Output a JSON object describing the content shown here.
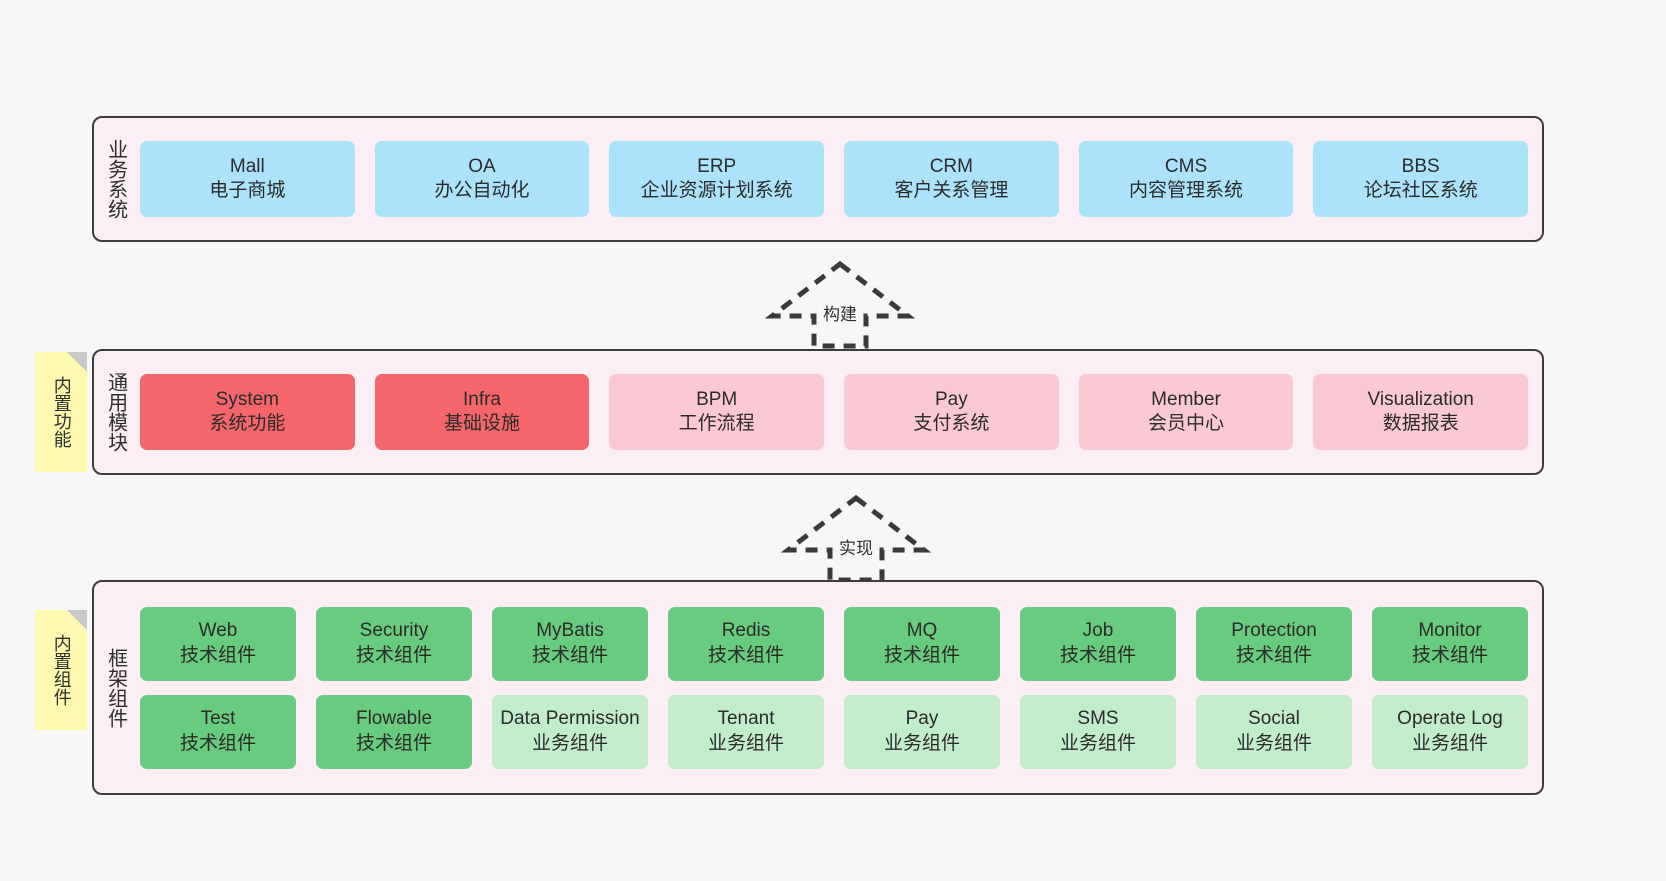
{
  "diagram": {
    "title": "Architecture layers diagram",
    "background_color": "#f7f7f7",
    "panel_color": "#fbeef5",
    "panel_border_color": "#3d3d3d"
  },
  "layers": [
    {
      "key": "business",
      "label": "业务系统",
      "cards": [
        {
          "name": "Mall",
          "desc": "电子商城",
          "color": "#ace3fb"
        },
        {
          "name": "OA",
          "desc": "办公自动化",
          "color": "#ace3fb"
        },
        {
          "name": "ERP",
          "desc": "企业资源计划系统",
          "color": "#ace3fb"
        },
        {
          "name": "CRM",
          "desc": "客户关系管理",
          "color": "#ace3fb"
        },
        {
          "name": "CMS",
          "desc": "内容管理系统",
          "color": "#ace3fb"
        },
        {
          "name": "BBS",
          "desc": "论坛社区系统",
          "color": "#ace3fb"
        }
      ]
    },
    {
      "key": "modules",
      "label": "通用模块",
      "cards": [
        {
          "name": "System",
          "desc": "系统功能",
          "color": "#f4666c"
        },
        {
          "name": "Infra",
          "desc": "基础设施",
          "color": "#f4666c"
        },
        {
          "name": "BPM",
          "desc": "工作流程",
          "color": "#fac9d3"
        },
        {
          "name": "Pay",
          "desc": "支付系统",
          "color": "#fac9d3"
        },
        {
          "name": "Member",
          "desc": "会员中心",
          "color": "#fac9d3"
        },
        {
          "name": "Visualization",
          "desc": "数据报表",
          "color": "#fac9d3"
        }
      ]
    },
    {
      "key": "framework",
      "label": "框架组件",
      "rows": [
        [
          {
            "name": "Web",
            "desc": "技术组件",
            "color": "#68cb7f"
          },
          {
            "name": "Security",
            "desc": "技术组件",
            "color": "#68cb7f"
          },
          {
            "name": "MyBatis",
            "desc": "技术组件",
            "color": "#68cb7f"
          },
          {
            "name": "Redis",
            "desc": "技术组件",
            "color": "#68cb7f"
          },
          {
            "name": "MQ",
            "desc": "技术组件",
            "color": "#68cb7f"
          },
          {
            "name": "Job",
            "desc": "技术组件",
            "color": "#68cb7f"
          },
          {
            "name": "Protection",
            "desc": "技术组件",
            "color": "#68cb7f"
          },
          {
            "name": "Monitor",
            "desc": "技术组件",
            "color": "#68cb7f"
          }
        ],
        [
          {
            "name": "Test",
            "desc": "技术组件",
            "color": "#68cb7f"
          },
          {
            "name": "Flowable",
            "desc": "技术组件",
            "color": "#68cb7f"
          },
          {
            "name": "Data Permission",
            "desc": "业务组件",
            "color": "#c3ecca"
          },
          {
            "name": "Tenant",
            "desc": "业务组件",
            "color": "#c3ecca"
          },
          {
            "name": "Pay",
            "desc": "业务组件",
            "color": "#c3ecca"
          },
          {
            "name": "SMS",
            "desc": "业务组件",
            "color": "#c3ecca"
          },
          {
            "name": "Social",
            "desc": "业务组件",
            "color": "#c3ecca"
          },
          {
            "name": "Operate Log",
            "desc": "业务组件",
            "color": "#c3ecca"
          }
        ]
      ]
    }
  ],
  "sticky_notes": [
    {
      "key": "builtin-function",
      "label": "内置功能",
      "color": "#fdfab0"
    },
    {
      "key": "builtin-component",
      "label": "内置组件",
      "color": "#fdfab0"
    }
  ],
  "arrows": [
    {
      "key": "build",
      "label": "构建",
      "style": "dashed-hollow-up"
    },
    {
      "key": "implement",
      "label": "实现",
      "style": "dashed-hollow-up"
    }
  ]
}
